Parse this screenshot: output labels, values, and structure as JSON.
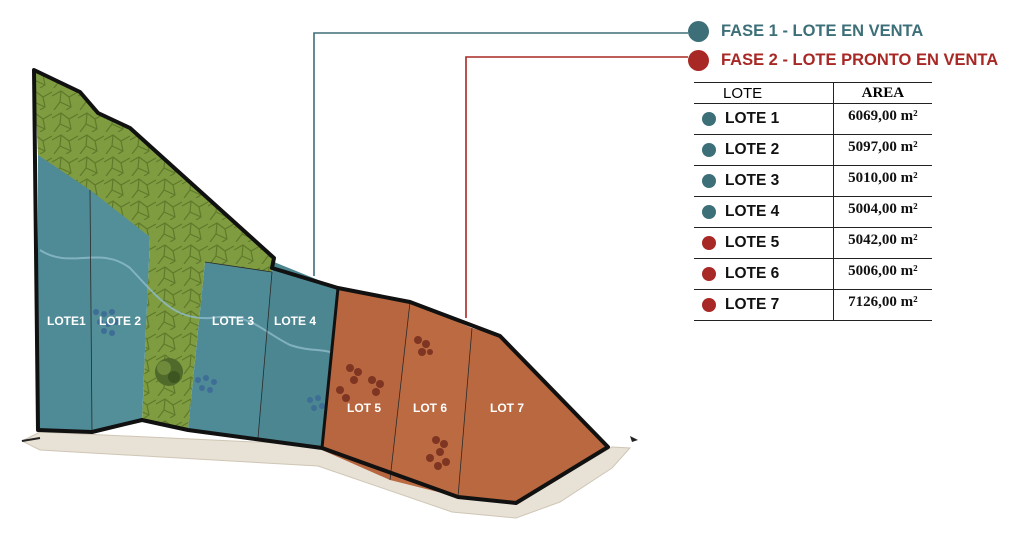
{
  "legend": [
    {
      "label": "FASE 1 - LOTE EN VENTA",
      "color": "#3d6f78"
    },
    {
      "label": "FASE 2 - LOTE PRONTO EN VENTA",
      "color": "#a82825"
    }
  ],
  "table": {
    "headers": {
      "lote": "LOTE",
      "area": "AREA"
    },
    "rows": [
      {
        "lote": "LOTE 1",
        "area": "6069,00 m²",
        "color": "#3d6f78"
      },
      {
        "lote": "LOTE 2",
        "area": "5097,00 m²",
        "color": "#3d6f78"
      },
      {
        "lote": "LOTE 3",
        "area": "5010,00 m²",
        "color": "#3d6f78"
      },
      {
        "lote": "LOTE 4",
        "area": "5004,00 m²",
        "color": "#3d6f78"
      },
      {
        "lote": "LOTE 5",
        "area": "5042,00 m²",
        "color": "#a82825"
      },
      {
        "lote": "LOTE 6",
        "area": "5006,00 m²",
        "color": "#a82825"
      },
      {
        "lote": "LOTE 7",
        "area": "7126,00 m²",
        "color": "#a82825"
      }
    ]
  },
  "map_labels": {
    "lote1": "LOTE1",
    "lote2": "LOTE 2",
    "lote3": "LOTE 3",
    "lote4": "LOTE 4",
    "lot5": "LOT 5",
    "lot6": "LOT 6",
    "lot7": "LOT 7"
  },
  "colors": {
    "phase1_fill": "#4f8b96",
    "phase2_fill": "#b8663f",
    "green_area": "#7e9a3f",
    "road": "#e7e1d6"
  }
}
